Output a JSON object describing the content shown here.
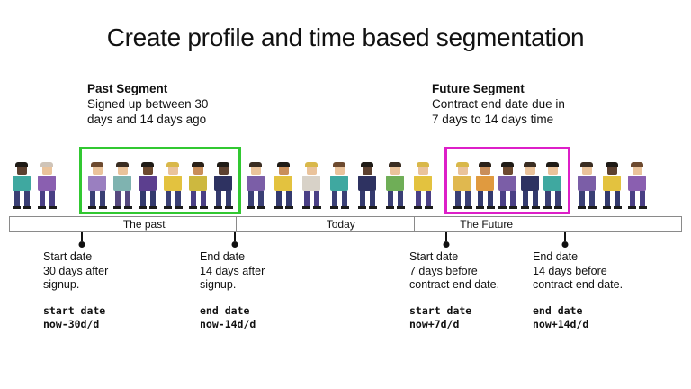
{
  "title": "Create profile and time based segmentation",
  "past_segment": {
    "heading": "Past Segment",
    "line1": "Signed up between 30",
    "line2": "days and 14 days ago"
  },
  "future_segment": {
    "heading": "Future Segment",
    "line1": "Contract end date due in",
    "line2": "7 days to 14 days time"
  },
  "timeline": {
    "sections": [
      "The past",
      "Today",
      "The Future"
    ]
  },
  "annotations": [
    {
      "desc_lines": [
        "Start date",
        "30 days after",
        "signup."
      ],
      "code_lines": [
        "start date",
        "now-30d/d"
      ]
    },
    {
      "desc_lines": [
        "End date",
        "14 days after",
        "signup."
      ],
      "code_lines": [
        "end date",
        "now-14d/d"
      ]
    },
    {
      "desc_lines": [
        "Start date",
        "7 days before",
        "contract end date."
      ],
      "code_lines": [
        "start date",
        "now+7d/d"
      ]
    },
    {
      "desc_lines": [
        "End date",
        "14 days before",
        "contract end date."
      ],
      "code_lines": [
        "end date",
        "now+14d/d"
      ]
    }
  ],
  "colors": {
    "past_box": "#31c831",
    "future_box": "#dd1fc8",
    "connector": "#111111"
  },
  "people": {
    "groups": [
      {
        "box": null,
        "people": [
          {
            "shirt": "#3fa8a0",
            "skin": "#5d4130",
            "hair": "#1f1b16",
            "legs": "#3a3f75"
          },
          {
            "shirt": "#8a5fb0",
            "skin": "#eac39b",
            "hair": "#cfc4b8",
            "legs": "#4a3f85"
          }
        ]
      },
      {
        "box": "past",
        "people": [
          {
            "shirt": "#9a7fc0",
            "skin": "#eac39b",
            "hair": "#6d4a2f",
            "legs": "#3a3f75"
          },
          {
            "shirt": "#7fb3b0",
            "skin": "#eac39b",
            "hair": "#3a2d22",
            "legs": "#55487f"
          },
          {
            "shirt": "#5c3f8f",
            "skin": "#6d4a30",
            "hair": "#1f1b16",
            "legs": "#343a6e"
          },
          {
            "shirt": "#e3c23f",
            "skin": "#eac39b",
            "hair": "#d9b84a",
            "legs": "#3a3f75"
          },
          {
            "shirt": "#cdb83f",
            "skin": "#c98e5a",
            "hair": "#2b2118",
            "legs": "#4a3f85"
          },
          {
            "shirt": "#2e3261",
            "skin": "#5d4130",
            "hair": "#1f1b16",
            "legs": "#343a6e"
          }
        ]
      },
      {
        "box": null,
        "people": [
          {
            "shirt": "#7b5ea7",
            "skin": "#eac39b",
            "hair": "#3a2d22",
            "legs": "#3a3f75"
          },
          {
            "shirt": "#e3c23f",
            "skin": "#c98e5a",
            "hair": "#1f1b16",
            "legs": "#343a6e"
          },
          {
            "shirt": "#d8d2c8",
            "skin": "#eac39b",
            "hair": "#d9b84a",
            "legs": "#4a3f85"
          },
          {
            "shirt": "#3fa8a0",
            "skin": "#eac39b",
            "hair": "#6d4a2f",
            "legs": "#3a3f75"
          },
          {
            "shirt": "#2e3261",
            "skin": "#5d4130",
            "hair": "#1f1b16",
            "legs": "#343a6e"
          },
          {
            "shirt": "#6fae57",
            "skin": "#eac39b",
            "hair": "#3a2d22",
            "legs": "#3a3f75"
          },
          {
            "shirt": "#e3c23f",
            "skin": "#eac39b",
            "hair": "#d9b84a",
            "legs": "#4a3f85"
          }
        ]
      },
      {
        "box": "future",
        "people": [
          {
            "shirt": "#e0b84f",
            "skin": "#eac39b",
            "hair": "#d9b84a",
            "legs": "#3a3f75"
          },
          {
            "shirt": "#e09a3f",
            "skin": "#c98e5a",
            "hair": "#2b2118",
            "legs": "#343a6e"
          },
          {
            "shirt": "#7b5ea7",
            "skin": "#6d4a30",
            "hair": "#1f1b16",
            "legs": "#4a3f85"
          },
          {
            "shirt": "#2e3261",
            "skin": "#eac39b",
            "hair": "#3a2d22",
            "legs": "#343a6e"
          },
          {
            "shirt": "#3fa8a0",
            "skin": "#eac39b",
            "hair": "#1f1b16",
            "legs": "#3a3f75"
          }
        ]
      },
      {
        "box": null,
        "people": [
          {
            "shirt": "#7b5ea7",
            "skin": "#eac39b",
            "hair": "#3a2d22",
            "legs": "#3a3f75"
          },
          {
            "shirt": "#e3c23f",
            "skin": "#5d4130",
            "hair": "#1f1b16",
            "legs": "#343a6e"
          },
          {
            "shirt": "#8a5fb0",
            "skin": "#eac39b",
            "hair": "#6d4a2f",
            "legs": "#4a3f85"
          }
        ]
      }
    ]
  }
}
